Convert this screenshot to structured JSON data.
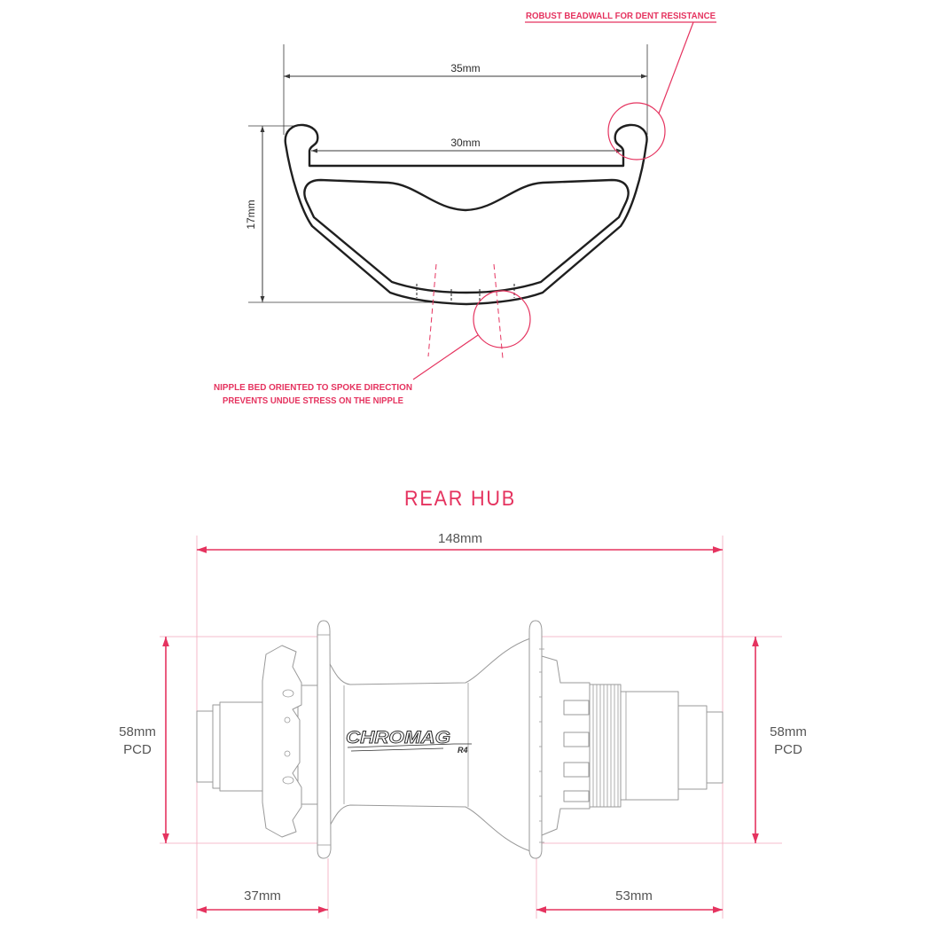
{
  "colors": {
    "accent": "#e5335f",
    "line_dark": "#3a3a3a",
    "hub_line": "#9a9a9a",
    "text_gray": "#555555",
    "extension": "#f3a9bc"
  },
  "rim_profile": {
    "annotations": {
      "beadwall": "ROBUST BEADWALL FOR DENT RESISTANCE",
      "nipple_bed_line1": "NIPPLE BED ORIENTED TO SPOKE DIRECTION",
      "nipple_bed_line2": "PREVENTS UNDUE STRESS ON THE NIPPLE"
    },
    "dimensions": {
      "outer_width": "35mm",
      "inner_width": "30mm",
      "depth": "17mm"
    }
  },
  "rear_hub": {
    "title": "REAR HUB",
    "logo": {
      "brand": "CHROMAG",
      "model": "R4"
    },
    "dimensions": {
      "axle_spacing": "148mm",
      "left_pcd": {
        "value": "58mm",
        "label": "PCD"
      },
      "right_pcd": {
        "value": "58mm",
        "label": "PCD"
      },
      "left_flange_offset": "37mm",
      "right_flange_offset": "53mm"
    }
  }
}
